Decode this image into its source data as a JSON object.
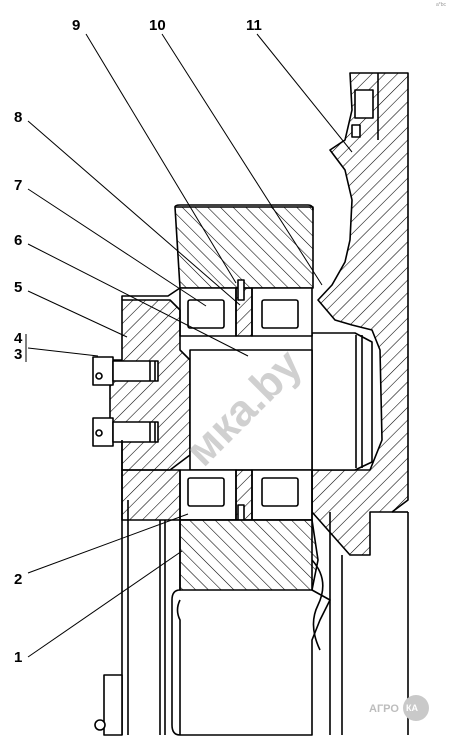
{
  "callouts": [
    "1",
    "2",
    "3",
    "4",
    "5",
    "6",
    "7",
    "8",
    "9",
    "10",
    "11"
  ],
  "watermark": "мка.by",
  "brand": {
    "prefix": "АГРО",
    "suffix": "КА"
  },
  "corner_mark": "a*bc"
}
